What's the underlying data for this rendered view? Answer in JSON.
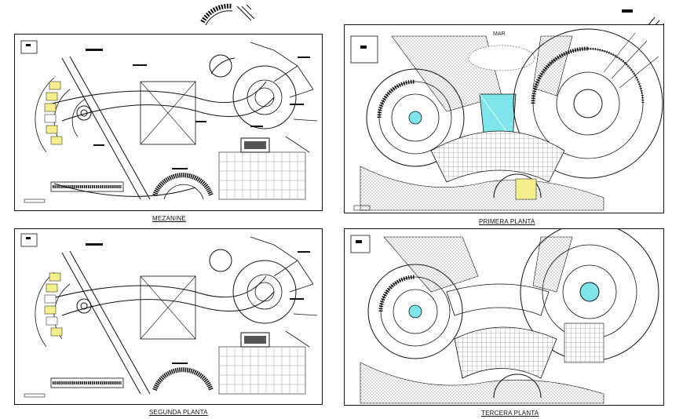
{
  "sheets": {
    "mezanine": {
      "title": "MEZANINE"
    },
    "primera": {
      "title": "PRIMERA PLANTA",
      "north_label": "MAR"
    },
    "segunda": {
      "title": "SEGUNDA PLANTA"
    },
    "tercera": {
      "title": "TERCERA PLANTA"
    }
  },
  "colors": {
    "line": "#111111",
    "highlight_yellow": "#f4ef8c",
    "water_cyan": "#7ee6ea",
    "hatch": "#888888"
  }
}
